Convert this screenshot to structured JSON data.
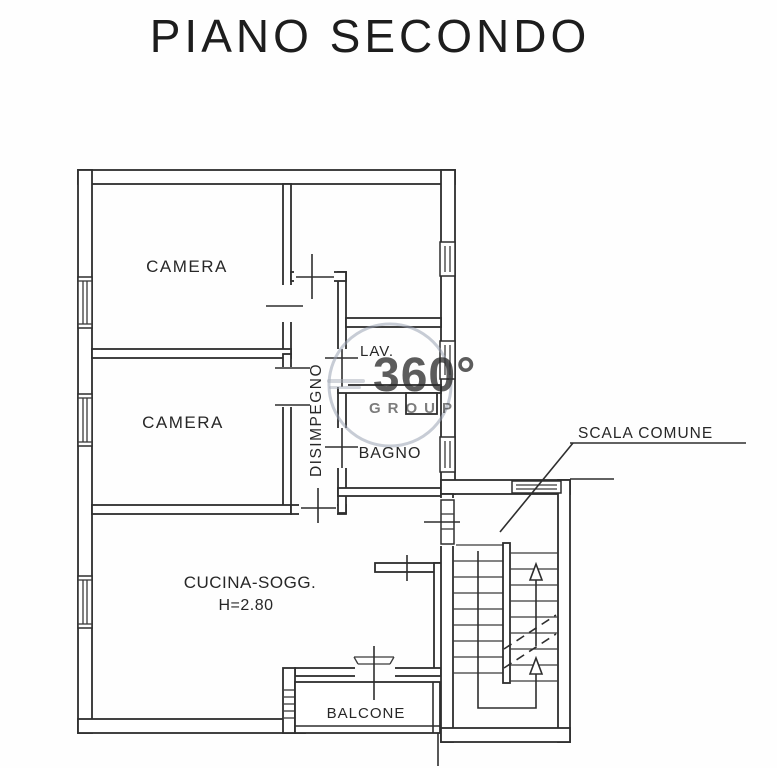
{
  "title": "PIANO SECONDO",
  "plan": {
    "rooms": {
      "camera_top": {
        "label": "CAMERA"
      },
      "camera_bottom": {
        "label": "CAMERA"
      },
      "disimpegno": {
        "label": "DISIMPEGNO"
      },
      "lav": {
        "label": "LAV."
      },
      "bagno": {
        "label": "BAGNO"
      },
      "cucina_soggiorno": {
        "label": "CUCINA-SOGG.",
        "height_note": "H=2.80"
      },
      "balcone": {
        "label": "BALCONE"
      }
    },
    "annotations": {
      "scala_comune": {
        "label": "SCALA COMUNE"
      }
    },
    "line_color": "#2e2e2e",
    "background": "#fefefe"
  },
  "watermark": {
    "brand": "360°",
    "subtitle": "GROUP",
    "brand_color": "#6073a0",
    "ring_color": "#99a3b3"
  }
}
